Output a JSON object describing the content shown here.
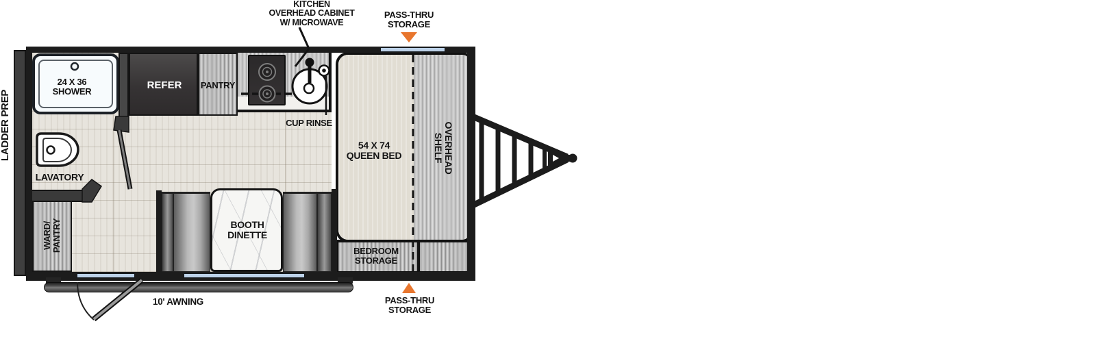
{
  "callouts": {
    "kitchen_overhead_cabinet": "KITCHEN\nOVERHEAD CABINET\nW/ MICROWAVE",
    "pass_thru_storage_top": "PASS-THRU\nSTORAGE",
    "pass_thru_storage_bottom": "PASS-THRU\nSTORAGE",
    "ladder_prep": "LADDER PREP",
    "awning": "10' AWNING",
    "cup_rinse": "CUP RINSE"
  },
  "rooms": {
    "shower": "24 X 36\nSHOWER",
    "refer": "REFER",
    "pantry": "PANTRY",
    "lavatory": "LAVATORY",
    "ward_pantry": "WARD/\nPANTRY",
    "queen_bed": "54 X 74\nQUEEN BED",
    "overhead_shelf": "OVERHEAD\nSHELF",
    "bedroom_storage": "BEDROOM\nSTORAGE",
    "booth_dinette": "BOOTH\nDINETTE"
  },
  "colors": {
    "arrow_orange": "#e8762e",
    "window_blue": "#bdd2e9",
    "wall_dark": "#1c1c1c",
    "floor_wood": "#e7e4dd",
    "cabinet_gray": "#bcbcbc",
    "bed_beige": "#e1ddd3"
  }
}
